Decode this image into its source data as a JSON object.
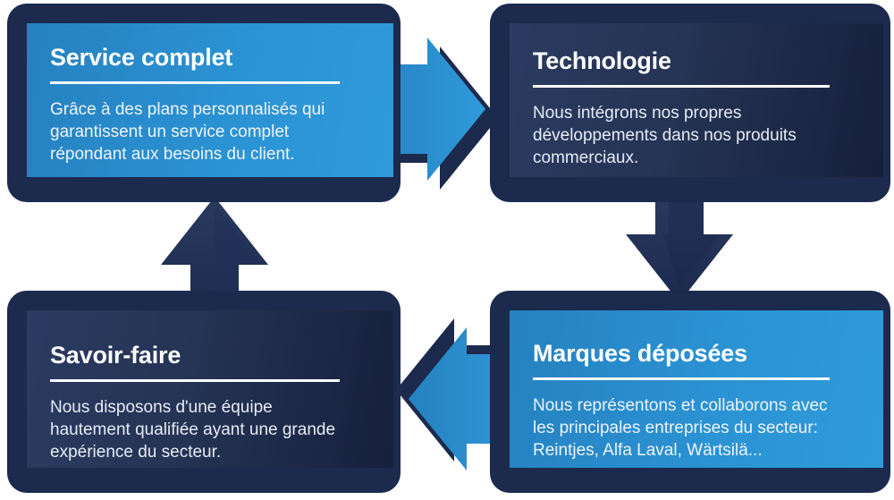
{
  "diagram": {
    "type": "cycle-flow",
    "language": "fr",
    "colors": {
      "blue_light": "#2f9ada",
      "blue_dark": "#2681c0",
      "navy_backing": "#1c2a4e",
      "navy_panel_light": "#2b3b61",
      "navy_panel_dark": "#16203c",
      "text_white": "#ffffff",
      "background": "#ffffff"
    },
    "cards": [
      {
        "id": "service-complet",
        "title": "Service complet",
        "body": "Grâce à des plans personnalisés qui garantissent un service complet répondant aux besoins du client.",
        "style": "blue",
        "position": "top-left"
      },
      {
        "id": "technologie",
        "title": "Technologie",
        "body": "Nous intégrons nos propres développements dans nos produits commerciaux.",
        "style": "navy",
        "position": "top-right"
      },
      {
        "id": "savoir-faire",
        "title": "Savoir-faire",
        "body": "Nous disposons d'une équipe hautement qualifiée ayant une grande expérience du secteur.",
        "style": "navy",
        "position": "bottom-left"
      },
      {
        "id": "marques-deposees",
        "title": "Marques déposées",
        "body": "Nous représentons et collaborons avec les principales entreprises du secteur: Reintjes, Alfa Laval, Wärtsilä...",
        "style": "blue",
        "position": "bottom-right"
      }
    ],
    "arrows": [
      {
        "id": "arrow-top",
        "direction": "right",
        "from": "service-complet",
        "to": "technologie",
        "style": "blue",
        "icon": "arrow-right-icon"
      },
      {
        "id": "arrow-right",
        "direction": "down",
        "from": "technologie",
        "to": "marques-deposees",
        "style": "navy",
        "icon": "arrow-down-icon"
      },
      {
        "id": "arrow-bottom",
        "direction": "left",
        "from": "marques-deposees",
        "to": "savoir-faire",
        "style": "blue",
        "icon": "arrow-left-icon"
      },
      {
        "id": "arrow-left",
        "direction": "up",
        "from": "savoir-faire",
        "to": "service-complet",
        "style": "navy",
        "icon": "arrow-up-icon"
      }
    ]
  }
}
